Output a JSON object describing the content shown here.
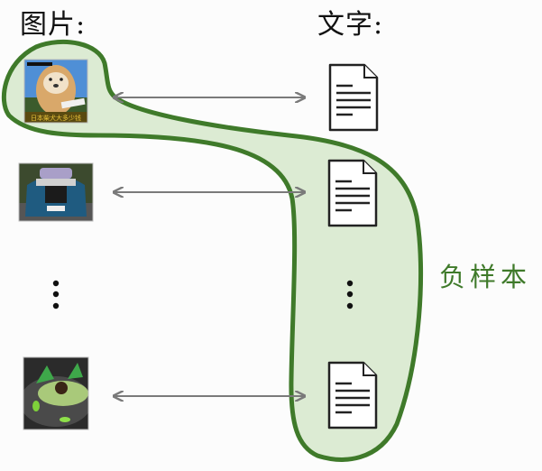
{
  "headings": {
    "images": "图片:",
    "texts": "文字:"
  },
  "negative_samples_label": "负样本",
  "colors": {
    "outline_stroke": "#3f7a2a",
    "outline_fill": "#dcebd3",
    "arrow": "#7a7a7a",
    "doc_stroke": "#222222",
    "label_green": "#3f7a2a"
  },
  "rows": [
    {
      "image": "shiba-dog-photo",
      "image_caption": "日本柴犬大多少钱",
      "text": "document-icon"
    },
    {
      "image": "rolls-royce-car-photo",
      "text": "document-icon"
    },
    {
      "image": "ellipsis",
      "text": "ellipsis"
    },
    {
      "image": "avocado-photo",
      "text": "document-icon"
    }
  ]
}
